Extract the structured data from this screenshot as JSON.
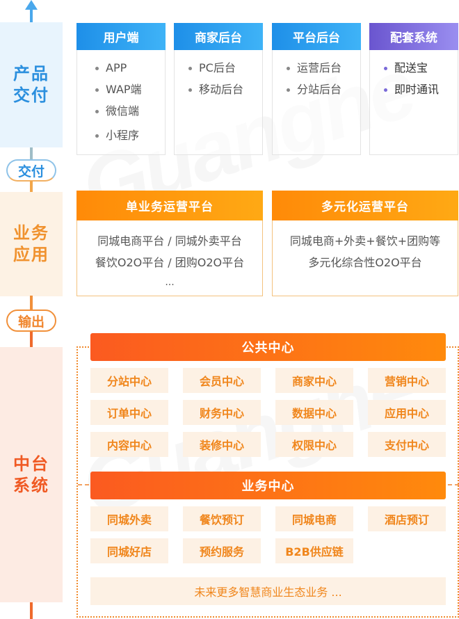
{
  "watermark": "Guanghe",
  "stages": {
    "product": {
      "label_line1": "产品",
      "label_line2": "交付"
    },
    "deliver_pill": "交付",
    "business": {
      "label_line1": "业务",
      "label_line2": "应用"
    },
    "output_pill": "输出",
    "middle": {
      "label_line1": "中台",
      "label_line2": "系统"
    }
  },
  "product_cards": [
    {
      "title": "用户端",
      "items": [
        "APP",
        "WAP端",
        "微信端",
        "小程序"
      ]
    },
    {
      "title": "商家后台",
      "items": [
        "PC后台",
        "移动后台"
      ]
    },
    {
      "title": "平台后台",
      "items": [
        "运营后台",
        "分站后台"
      ]
    },
    {
      "title": "配套系统",
      "items": [
        "配送宝",
        "即时通讯"
      ]
    }
  ],
  "business_platforms": [
    {
      "title": "单业务运营平台",
      "lines": [
        "同城电商平台 / 同城外卖平台",
        "餐饮O2O平台 / 团购O2O平台",
        "..."
      ]
    },
    {
      "title": "多元化运营平台",
      "lines": [
        "同城电商+外卖+餐饮+团购等",
        "多元化综合性O2O平台"
      ]
    }
  ],
  "public_center": {
    "title": "公共中心",
    "items": [
      "分站中心",
      "会员中心",
      "商家中心",
      "营销中心",
      "订单中心",
      "财务中心",
      "数据中心",
      "应用中心",
      "内容中心",
      "装修中心",
      "权限中心",
      "支付中心"
    ]
  },
  "business_center": {
    "title": "业务中心",
    "items": [
      "同城外卖",
      "餐饮预订",
      "同城电商",
      "酒店预订",
      "同城好店",
      "预约服务",
      "B2B供应链"
    ],
    "more": "未来更多智慧商业生态业务 ..."
  },
  "colors": {
    "blue": "#1e8fe8",
    "purple": "#6a55cf",
    "orange": "#ff8a08",
    "red_orange": "#fb5a20",
    "tile_bg": "#fdf1e4"
  }
}
